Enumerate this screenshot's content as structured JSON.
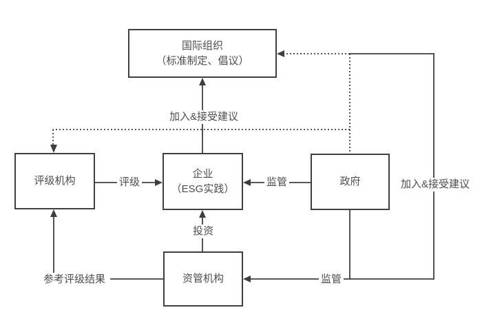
{
  "diagram": {
    "background": "#ffffff",
    "line_color": "#3e3e3e",
    "text_color": "#4d4d4d",
    "nodes": [
      {
        "id": "intl-org",
        "line1": "国际组织",
        "line2": "（标准制定、倡议）"
      },
      {
        "id": "rating-agency",
        "line1": "评级机构"
      },
      {
        "id": "enterprise",
        "line1": "企业",
        "line2": "（ESG实践）"
      },
      {
        "id": "government",
        "line1": "政府"
      },
      {
        "id": "asset-manager",
        "line1": "资管机构"
      }
    ],
    "edges": [
      {
        "from": "rating-agency",
        "to": "enterprise",
        "label": "评级",
        "style": "solid"
      },
      {
        "from": "government",
        "to": "enterprise",
        "label": "监管",
        "style": "solid"
      },
      {
        "from": "enterprise",
        "to": "intl-org",
        "label": "加入&接受建议",
        "style": "solid"
      },
      {
        "from": "asset-manager",
        "to": "enterprise",
        "label": "投资",
        "style": "solid"
      },
      {
        "from": "asset-manager",
        "to": "rating-agency",
        "label": "参考评级结果",
        "style": "solid"
      },
      {
        "from": "government",
        "to": "asset-manager",
        "label": "监管",
        "style": "solid"
      },
      {
        "from": "government",
        "to": "intl-org",
        "label": "加入&接受建议",
        "style": "solid"
      },
      {
        "from": "government",
        "to": "rating-agency",
        "label": "",
        "style": "dotted"
      },
      {
        "from": "government",
        "to": "intl-org",
        "label": "",
        "style": "dotted"
      }
    ]
  }
}
